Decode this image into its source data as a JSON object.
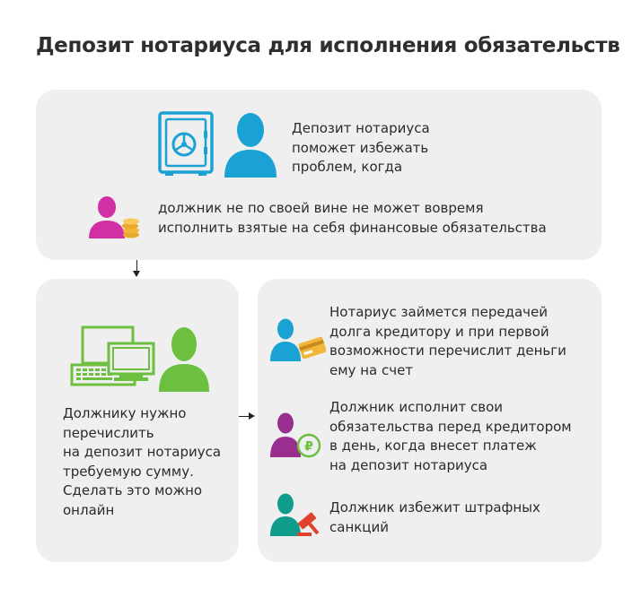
{
  "title": "Депозит нотариуса для исполнения обязательств",
  "top": {
    "intro": "Депозит нотариуса\nпоможет избежать\nпроблем, когда",
    "debtor": "должник не по своей вине не может вовремя\nисполнить взятые на себя финансовые обязательства"
  },
  "left": {
    "text": "Должнику нужно\nперечислить\nна депозит нотариуса\nтребуемую сумму.\nСделать это можно\nонлайн"
  },
  "right": {
    "items": [
      "Нотариус займется передачей\nдолга кредитору и при первой\nвозможности перечислит деньги\nему на счет",
      "Должник исполнит свои\nобязательства перед кредитором\nв день, когда внесет платеж\nна депозит нотариуса",
      "Должник избежит штрафных\nсанкций"
    ]
  },
  "icons": {
    "safe": "safe-icon",
    "person_blue": "person-icon",
    "debtor_coins": "person-with-coins-icon",
    "computers": "computers-icon",
    "person_green": "person-icon",
    "notary_card": "person-with-card-icon",
    "debtor_ruble": "person-with-ruble-icon",
    "debtor_gavel": "person-with-gavel-icon"
  },
  "colors": {
    "blue": "#1ba2d4",
    "magenta": "#d32fa5",
    "green": "#6cbf3f",
    "purple": "#9a2e8f",
    "teal": "#0f9c8a",
    "gold": "#f2b63a",
    "gavel": "#e0432c"
  }
}
